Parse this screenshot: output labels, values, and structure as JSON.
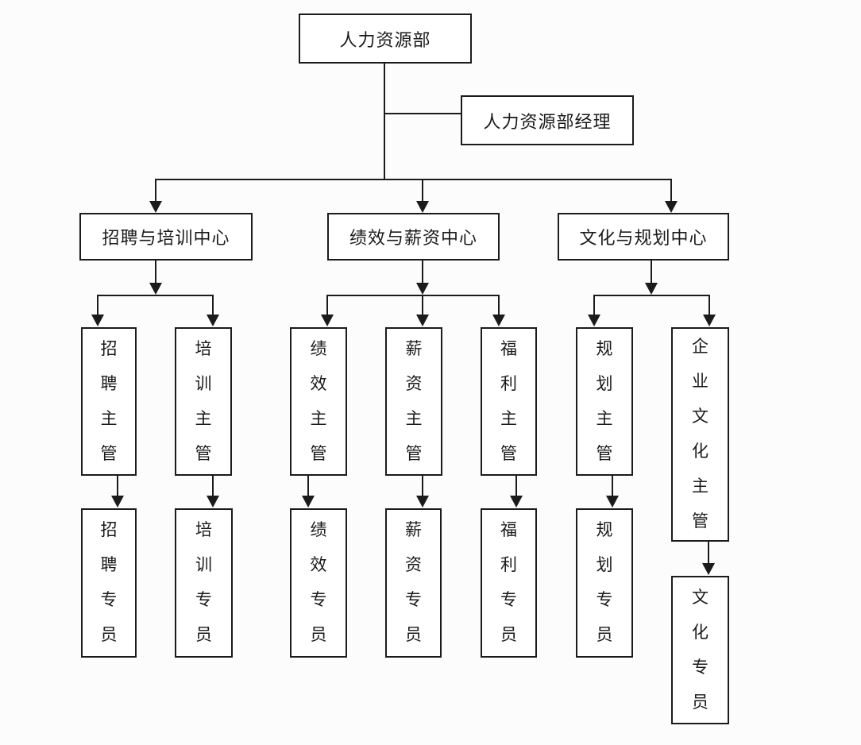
{
  "org": {
    "type": "org-chart",
    "root": "人力资源部",
    "manager": "人力资源部经理",
    "centers": {
      "recruit_training": "招聘与培训中心",
      "performance_salary": "绩效与薪资中心",
      "culture_planning": "文化与规划中心"
    },
    "supervisors": {
      "recruit": "招聘主管",
      "training": "培训主管",
      "performance": "绩效主管",
      "salary": "薪资主管",
      "welfare": "福利主管",
      "planning": "规划主管",
      "corporate_culture": "企业文化主管"
    },
    "specialists": {
      "recruit": "招聘专员",
      "training": "培训专员",
      "performance": "绩效专员",
      "salary": "薪资专员",
      "welfare": "福利专员",
      "planning": "规划专员",
      "culture": "文化专员"
    },
    "edges": [
      {
        "from": "人力资源部",
        "to": "人力资源部经理"
      },
      {
        "from": "人力资源部",
        "to": "招聘与培训中心"
      },
      {
        "from": "人力资源部",
        "to": "绩效与薪资中心"
      },
      {
        "from": "人力资源部",
        "to": "文化与规划中心"
      },
      {
        "from": "招聘与培训中心",
        "to": "招聘主管"
      },
      {
        "from": "招聘与培训中心",
        "to": "培训主管"
      },
      {
        "from": "绩效与薪资中心",
        "to": "绩效主管"
      },
      {
        "from": "绩效与薪资中心",
        "to": "薪资主管"
      },
      {
        "from": "绩效与薪资中心",
        "to": "福利主管"
      },
      {
        "from": "文化与规划中心",
        "to": "规划主管"
      },
      {
        "from": "文化与规划中心",
        "to": "企业文化主管"
      },
      {
        "from": "招聘主管",
        "to": "招聘专员"
      },
      {
        "from": "培训主管",
        "to": "培训专员"
      },
      {
        "from": "绩效主管",
        "to": "绩效专员"
      },
      {
        "from": "薪资主管",
        "to": "薪资专员"
      },
      {
        "from": "福利主管",
        "to": "福利专员"
      },
      {
        "from": "规划主管",
        "to": "规划专员"
      },
      {
        "from": "企业文化主管",
        "to": "文化专员"
      }
    ],
    "colors": {
      "line": "#1b1b1b",
      "box_border": "#1b1b1b",
      "box_fill": "#ffffff",
      "background": "#fdfcfd",
      "text": "#1a1a1a"
    }
  }
}
